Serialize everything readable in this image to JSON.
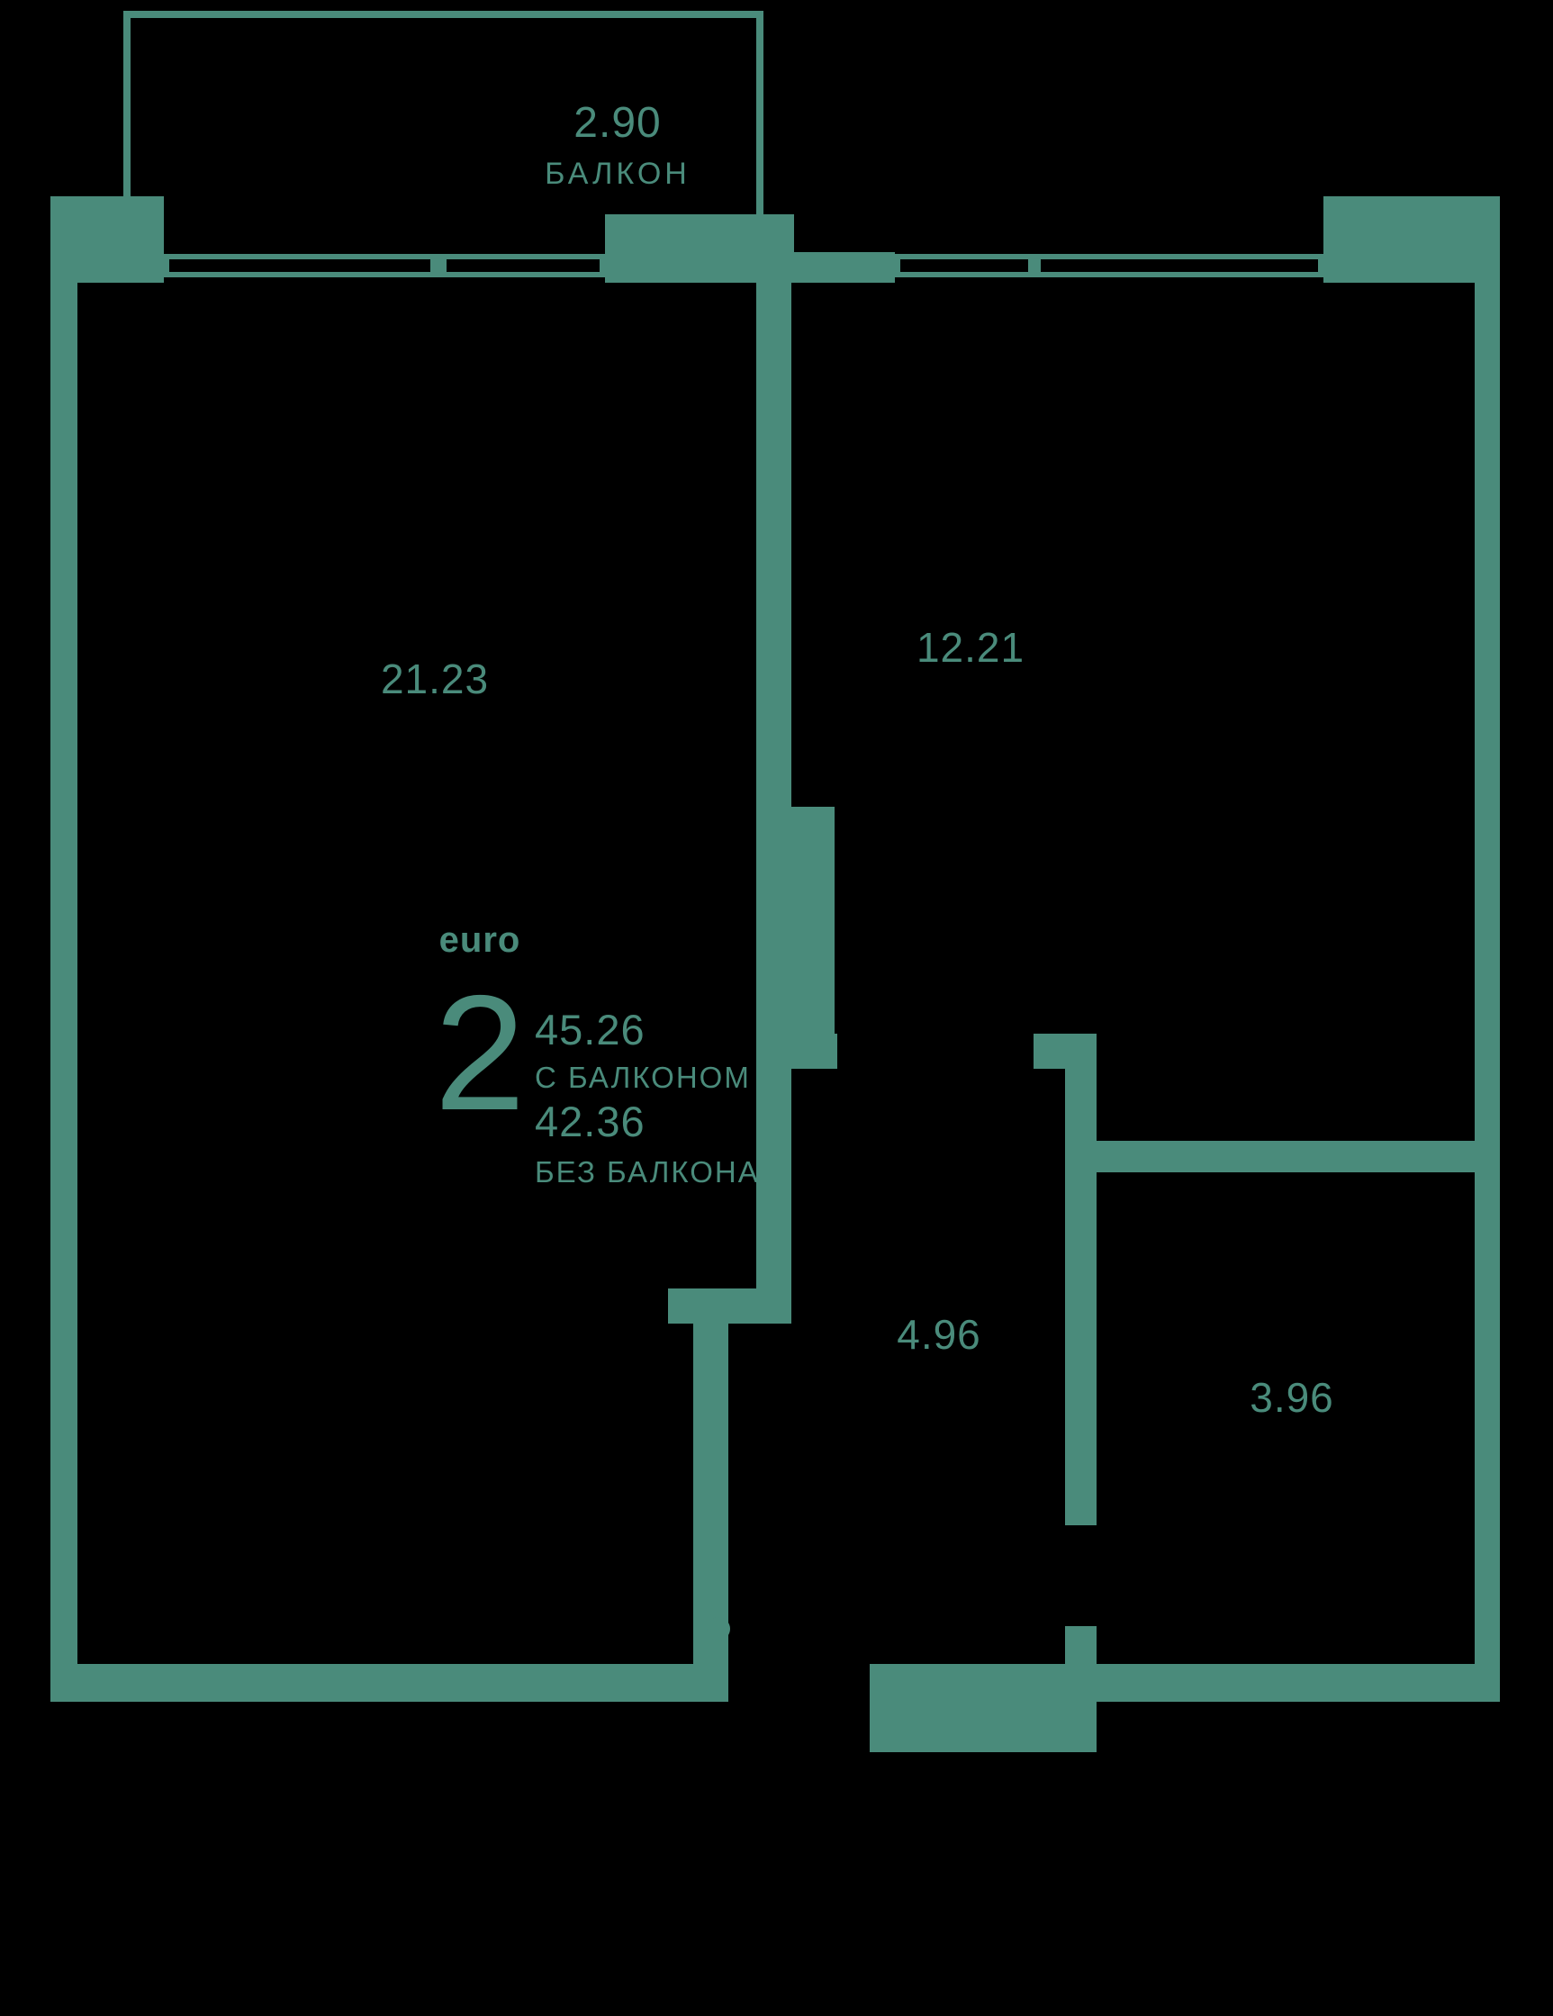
{
  "plan": {
    "balcony": {
      "area": "2.90",
      "label": "БАЛКОН"
    },
    "rooms": [
      {
        "id": "living-room",
        "area": "21.23"
      },
      {
        "id": "bedroom",
        "area": "12.21"
      },
      {
        "id": "hallway",
        "area": "4.96"
      },
      {
        "id": "bathroom",
        "area": "3.96"
      }
    ],
    "summary": {
      "type_label": "euro",
      "rooms_count": "2",
      "area_with_balcony": "45.26",
      "with_balcony_label": "С БАЛКОНОМ",
      "area_without_balcony": "42.36",
      "without_balcony_label": "БЕЗ БАЛКОНА"
    },
    "colors": {
      "background": "#000000",
      "wall": "#4A8B7B"
    }
  }
}
